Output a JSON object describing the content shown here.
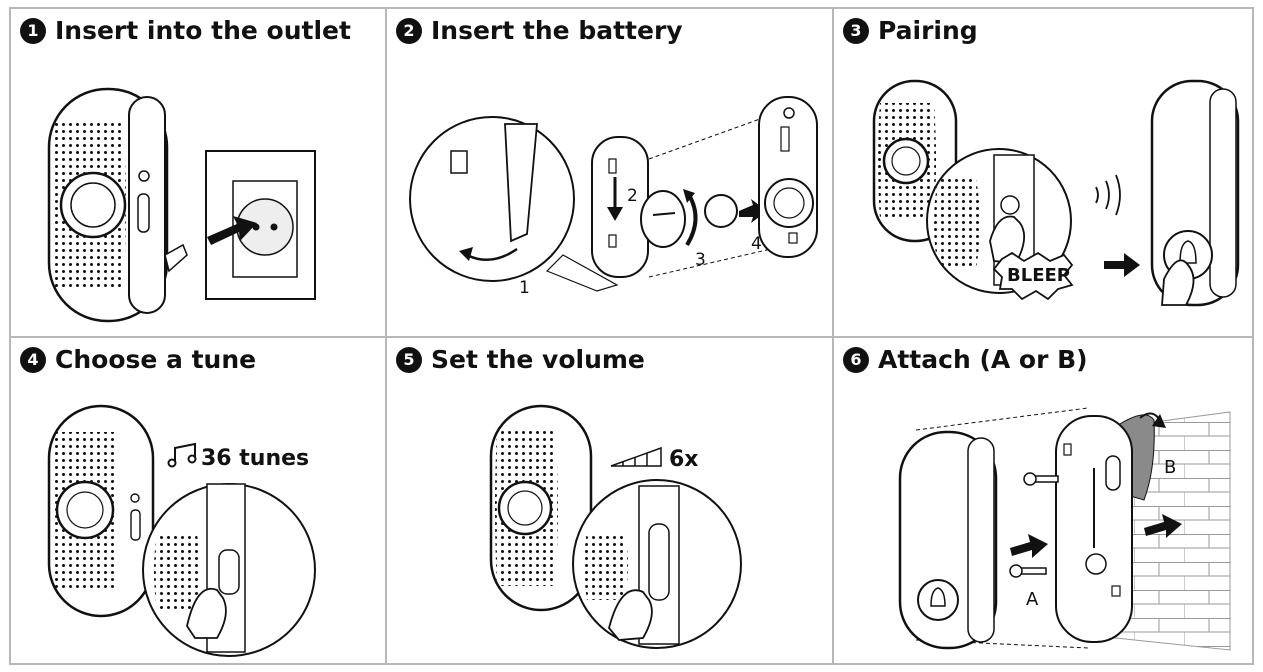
{
  "steps": [
    {
      "number": "1",
      "title": "Insert into the outlet"
    },
    {
      "number": "2",
      "title": "Insert the battery"
    },
    {
      "number": "3",
      "title": "Pairing"
    },
    {
      "number": "4",
      "title": "Choose a tune"
    },
    {
      "number": "5",
      "title": "Set the volume"
    },
    {
      "number": "6",
      "title": "Attach (A or B)"
    }
  ],
  "battery_step_labels": [
    "1",
    "2",
    "3",
    "4"
  ],
  "pairing_sound_text": "BLEEP",
  "tunes_text": "36 tunes",
  "volume_text": "6x",
  "attach_labels": {
    "a": "A",
    "b": "B"
  },
  "colors": {
    "line": "#111111",
    "border": "#b7b7b7",
    "wall": "#999999",
    "adhesive": "#8a8a8a"
  }
}
